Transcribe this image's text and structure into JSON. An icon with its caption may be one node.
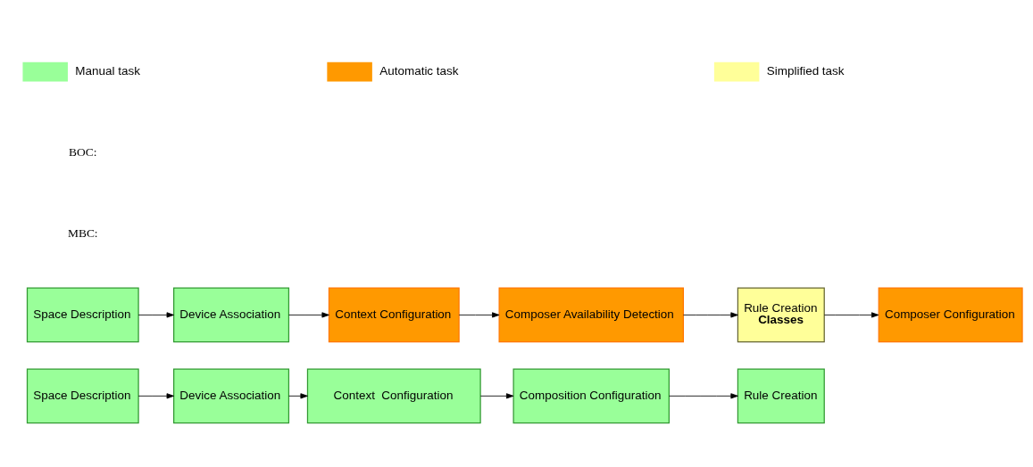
{
  "diagram": {
    "nodes": [
      {
        "text": [
          "Space Description"
        ]
      },
      {
        "text": [
          "Device Association"
        ]
      },
      {
        "text": [
          "Context  Configuration"
        ]
      },
      {
        "text": [
          "Composition Configuration"
        ]
      },
      {
        "text": [
          "Rule Creation"
        ]
      },
      {
        "text": [
          "Space Description"
        ]
      },
      {
        "text": [
          "Device Association"
        ]
      },
      {
        "text": [
          "Context Configuration"
        ]
      },
      {
        "text": [
          "Composer Availability Detection"
        ]
      },
      {
        "text": [
          "Rule Creation",
          "Classes"
        ]
      },
      {
        "text": [
          "Composer Configuration"
        ]
      }
    ],
    "edges": [
      {
        "from": 0,
        "to": 1,
        "arrow": "to"
      },
      {
        "from": 1,
        "to": 2,
        "arrow": "to"
      },
      {
        "from": 2,
        "to": 3,
        "arrow": "to"
      },
      {
        "from": 3,
        "to": 4,
        "arrow": "to"
      },
      {
        "from": 5,
        "to": 6,
        "arrow": "to"
      },
      {
        "from": 6,
        "to": 7,
        "arrow": "to"
      },
      {
        "from": 7,
        "to": 8,
        "arrow": "to"
      },
      {
        "from": 8,
        "to": 9,
        "arrow": "to"
      },
      {
        "from": 9,
        "to": 10,
        "arrow": "to"
      }
    ],
    "labels": [
      "MBC:",
      "BOC:"
    ],
    "legend": [
      {
        "text": "Manual task",
        "color": "#99ff99"
      },
      {
        "text": "Automatic task",
        "color": "#ff9900"
      },
      {
        "text": "Simplified task",
        "color": "#ffff99"
      }
    ]
  }
}
